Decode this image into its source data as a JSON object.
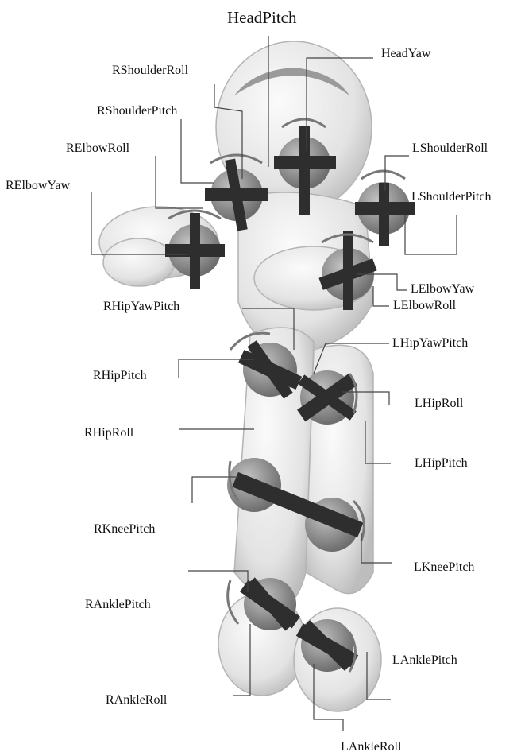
{
  "diagram": {
    "labels": {
      "head_pitch": "HeadPitch",
      "head_yaw": "HeadYaw",
      "r_shoulder_roll": "RShoulderRoll",
      "r_shoulder_pitch": "RShoulderPitch",
      "r_elbow_roll": "RElbowRoll",
      "l_shoulder_roll": "LShoulderRoll",
      "r_elbow_yaw": "RElbowYaw",
      "l_shoulder_pitch": "LShoulderPitch",
      "l_elbow_yaw": "LElbowYaw",
      "r_hip_yaw_pitch": "RHipYawPitch",
      "l_elbow_roll": "LElbowRoll",
      "l_hip_yaw_pitch": "LHipYawPitch",
      "r_hip_pitch": "RHipPitch",
      "l_hip_roll": "LHipRoll",
      "r_hip_roll": "RHipRoll",
      "l_hip_pitch": "LHipPitch",
      "r_knee_pitch": "RKneePitch",
      "l_knee_pitch": "LKneePitch",
      "r_ankle_pitch": "RAnklePitch",
      "l_ankle_pitch": "LAnklePitch",
      "r_ankle_roll": "RAnkleRoll",
      "l_ankle_roll": "LAnkleRoll"
    },
    "colors": {
      "background": "#ffffff",
      "body_shell": "#e9e9e9",
      "body_shade": "#c9c9c9",
      "joint_sphere": "#8f8f8f",
      "axis_bar": "#2e2e2e",
      "leader_line": "#444444",
      "text": "#111111"
    }
  }
}
